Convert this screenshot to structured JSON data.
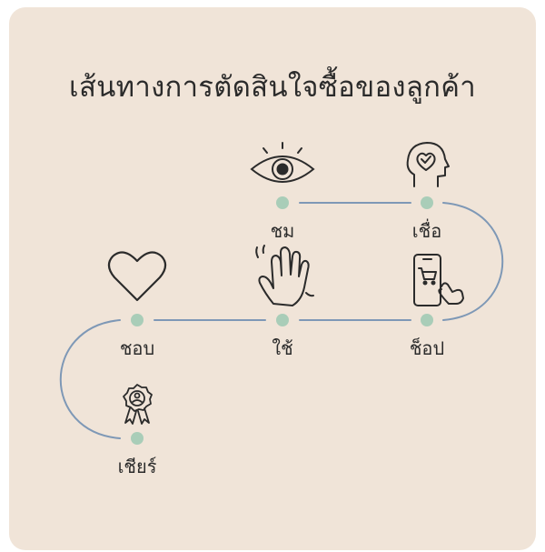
{
  "title": "เส้นทางการตัดสินใจซื้อของลูกค้า",
  "steps": [
    {
      "label": "ชม",
      "icon": "eye-icon"
    },
    {
      "label": "เชื่อ",
      "icon": "trust-head-icon"
    },
    {
      "label": "ช็อป",
      "icon": "phone-shopping-icon"
    },
    {
      "label": "ใช้",
      "icon": "hand-wave-icon"
    },
    {
      "label": "ชอบ",
      "icon": "heart-icon"
    },
    {
      "label": "เชียร์",
      "icon": "award-badge-icon"
    }
  ],
  "colors": {
    "background": "#f0e4d8",
    "path": "#7e98b6",
    "dot": "#a9cdb8",
    "ink": "#2b2b2b"
  }
}
